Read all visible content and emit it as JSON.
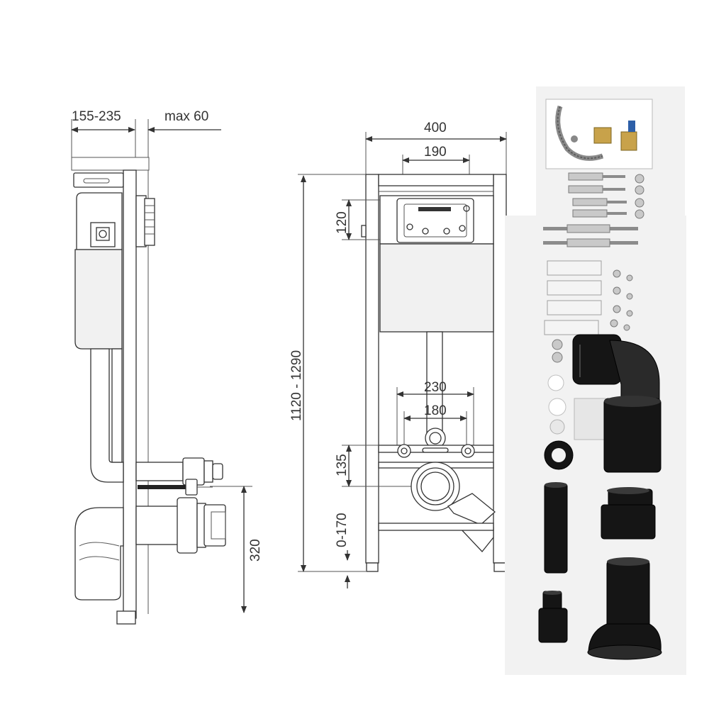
{
  "side_view": {
    "depth_label": "155-235",
    "cladding_label": "max 60",
    "drain_height_label": "320"
  },
  "front_view": {
    "width_label": "400",
    "cistern_width_label": "190",
    "cistern_height_label": "120",
    "frame_height_label": "1120 - 1290",
    "bolt_outer_label": "230",
    "bolt_inner_label": "180",
    "bolt_height_label": "135",
    "leg_adjust_label": "0-170"
  },
  "colors": {
    "line": "#333333",
    "photo_background": "#f2f2f2",
    "fitting_black": "#151515",
    "metal": "#c9c9c9"
  }
}
